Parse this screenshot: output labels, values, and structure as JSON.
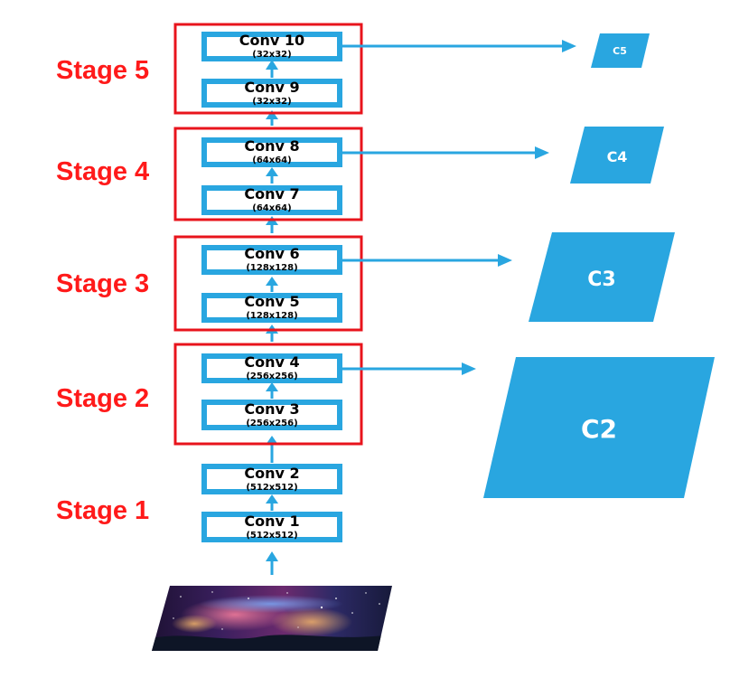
{
  "colors": {
    "stage_red": "#ff1a1a",
    "stage_border": "#e8141c",
    "conv_blue": "#29a6e0",
    "feature_blue": "#29a6e0"
  },
  "stages": [
    {
      "label": "Stage 5"
    },
    {
      "label": "Stage 4"
    },
    {
      "label": "Stage 3"
    },
    {
      "label": "Stage 2"
    },
    {
      "label": "Stage 1"
    }
  ],
  "convs": [
    {
      "name": "Conv 10",
      "size": "(32x32)"
    },
    {
      "name": "Conv 9",
      "size": "(32x32)"
    },
    {
      "name": "Conv 8",
      "size": "(64x64)"
    },
    {
      "name": "Conv 7",
      "size": "(64x64)"
    },
    {
      "name": "Conv 6",
      "size": "(128x128)"
    },
    {
      "name": "Conv 5",
      "size": "(128x128)"
    },
    {
      "name": "Conv 4",
      "size": "(256x256)"
    },
    {
      "name": "Conv 3",
      "size": "(256x256)"
    },
    {
      "name": "Conv 2",
      "size": "(512x512)"
    },
    {
      "name": "Conv 1",
      "size": "(512x512)"
    }
  ],
  "features": [
    {
      "label": "C5"
    },
    {
      "label": "C4"
    },
    {
      "label": "C3"
    },
    {
      "label": "C2"
    }
  ]
}
